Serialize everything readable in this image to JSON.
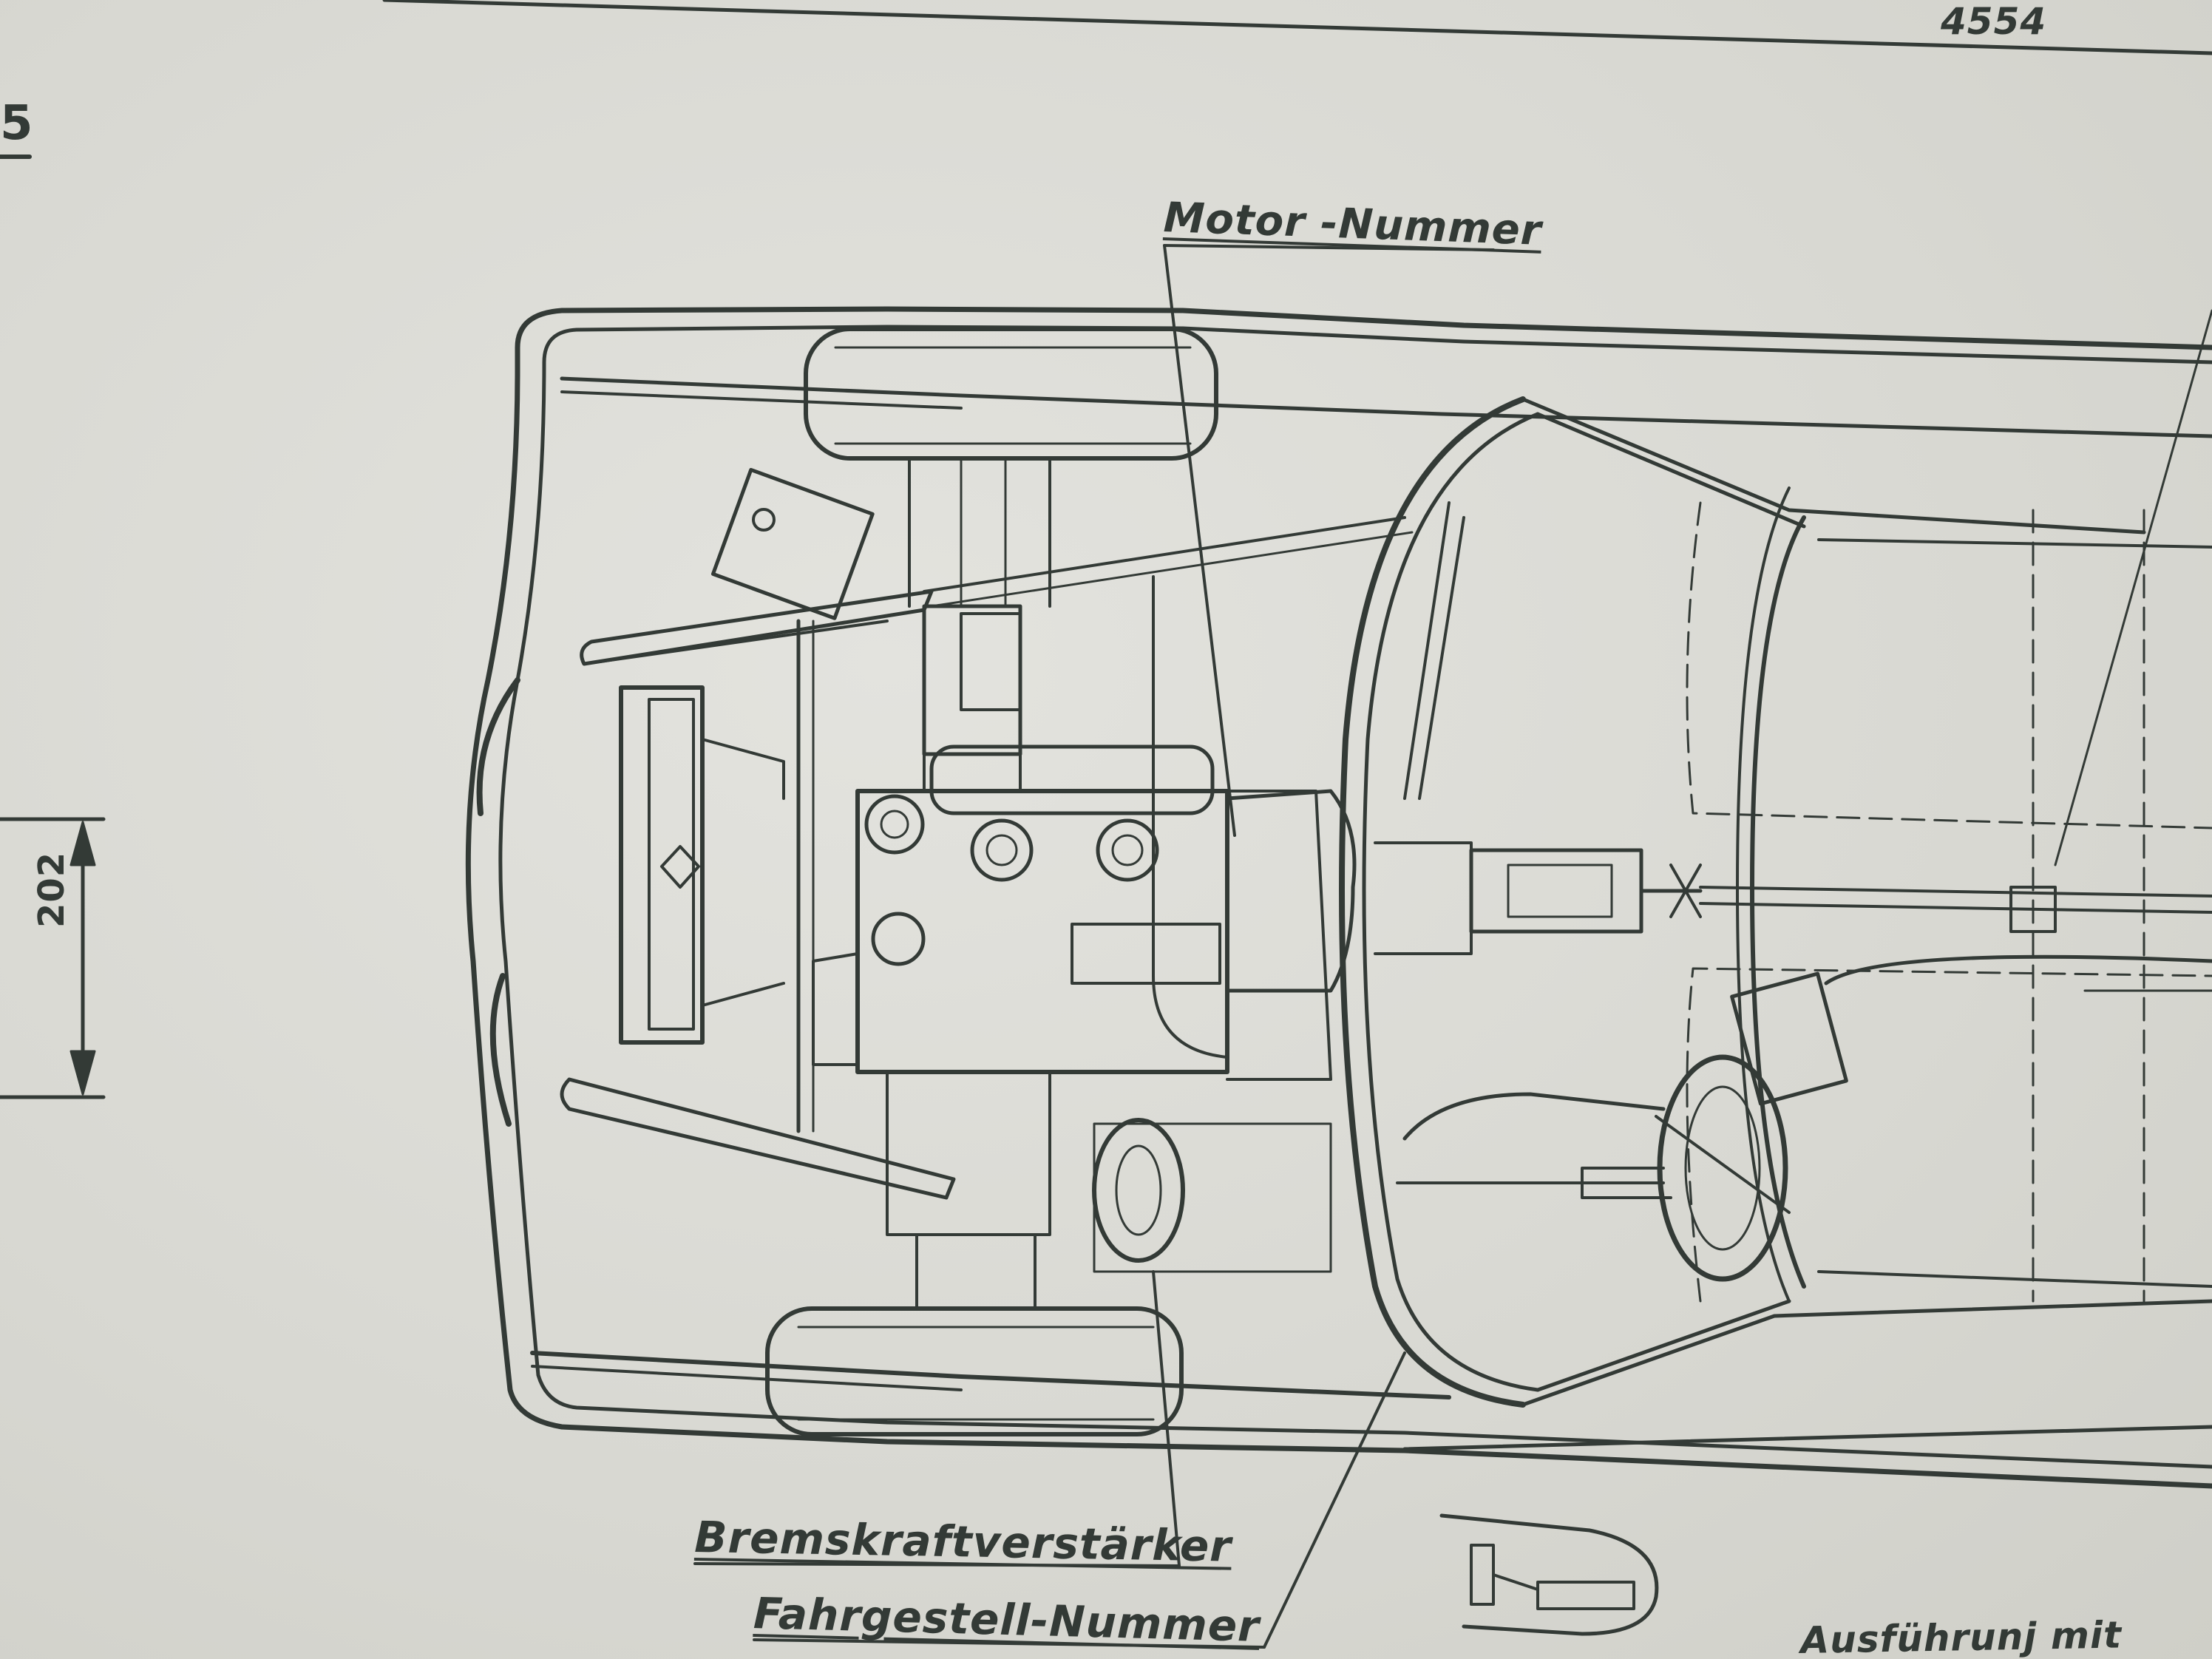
{
  "page_number": "4554",
  "corner_digit": "5",
  "dimension_label": "202",
  "labels": {
    "motor_nummer": "Motor -Nummer",
    "bremskraftverstaerker": "Bremskraftverstärker",
    "fahrgestell_nummer": "Fahrgestell-Nummer",
    "ausfuehrung": "Ausführunj mit"
  },
  "colors": {
    "ink": "#333a36",
    "paper": "#dcdcd7"
  }
}
